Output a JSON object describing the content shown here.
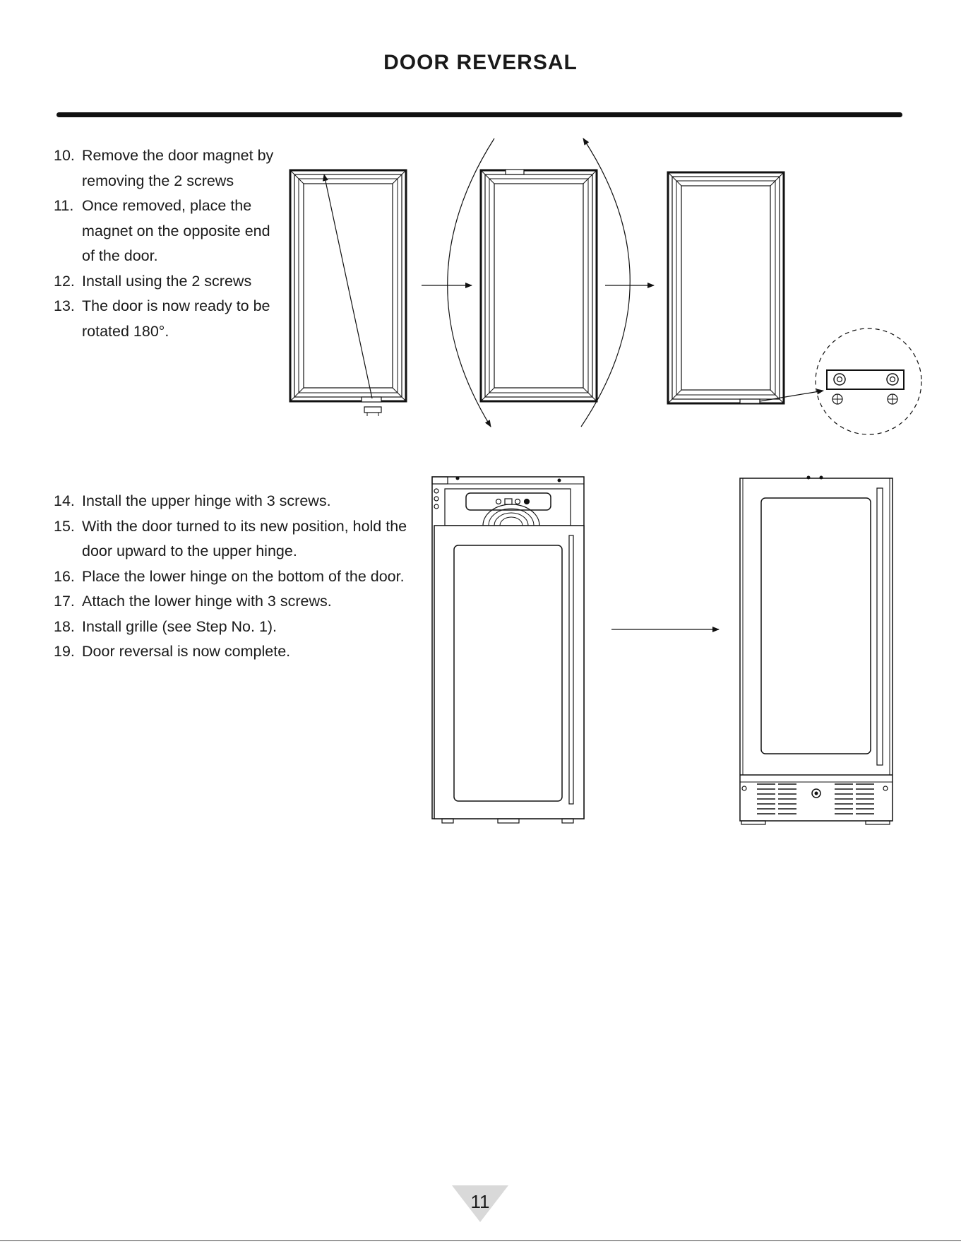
{
  "page": {
    "title": "DOOR REVERSAL",
    "page_number": "11"
  },
  "steps_part1": [
    {
      "num": "10.",
      "text": "Remove the door magnet by removing the 2 screws"
    },
    {
      "num": "11.",
      "text": "Once removed, place the magnet on the opposite end of the door."
    },
    {
      "num": "12.",
      "text": "Install using the 2 screws"
    },
    {
      "num": "13.",
      "text": "The door is now ready to be rotated 180°."
    }
  ],
  "steps_part2": [
    {
      "num": "14.",
      "text": "Install the upper hinge with 3 screws."
    },
    {
      "num": "15.",
      "text": "With the door turned to its new position, hold the door upward to the upper hinge."
    },
    {
      "num": "16.",
      "text": "Place the lower hinge on the bottom of the door."
    },
    {
      "num": "17.",
      "text": "Attach the lower hinge with 3 screws."
    },
    {
      "num": "18.",
      "text": "Install grille (see Step No. 1)."
    },
    {
      "num": "19.",
      "text": "Door reversal is now complete."
    }
  ]
}
